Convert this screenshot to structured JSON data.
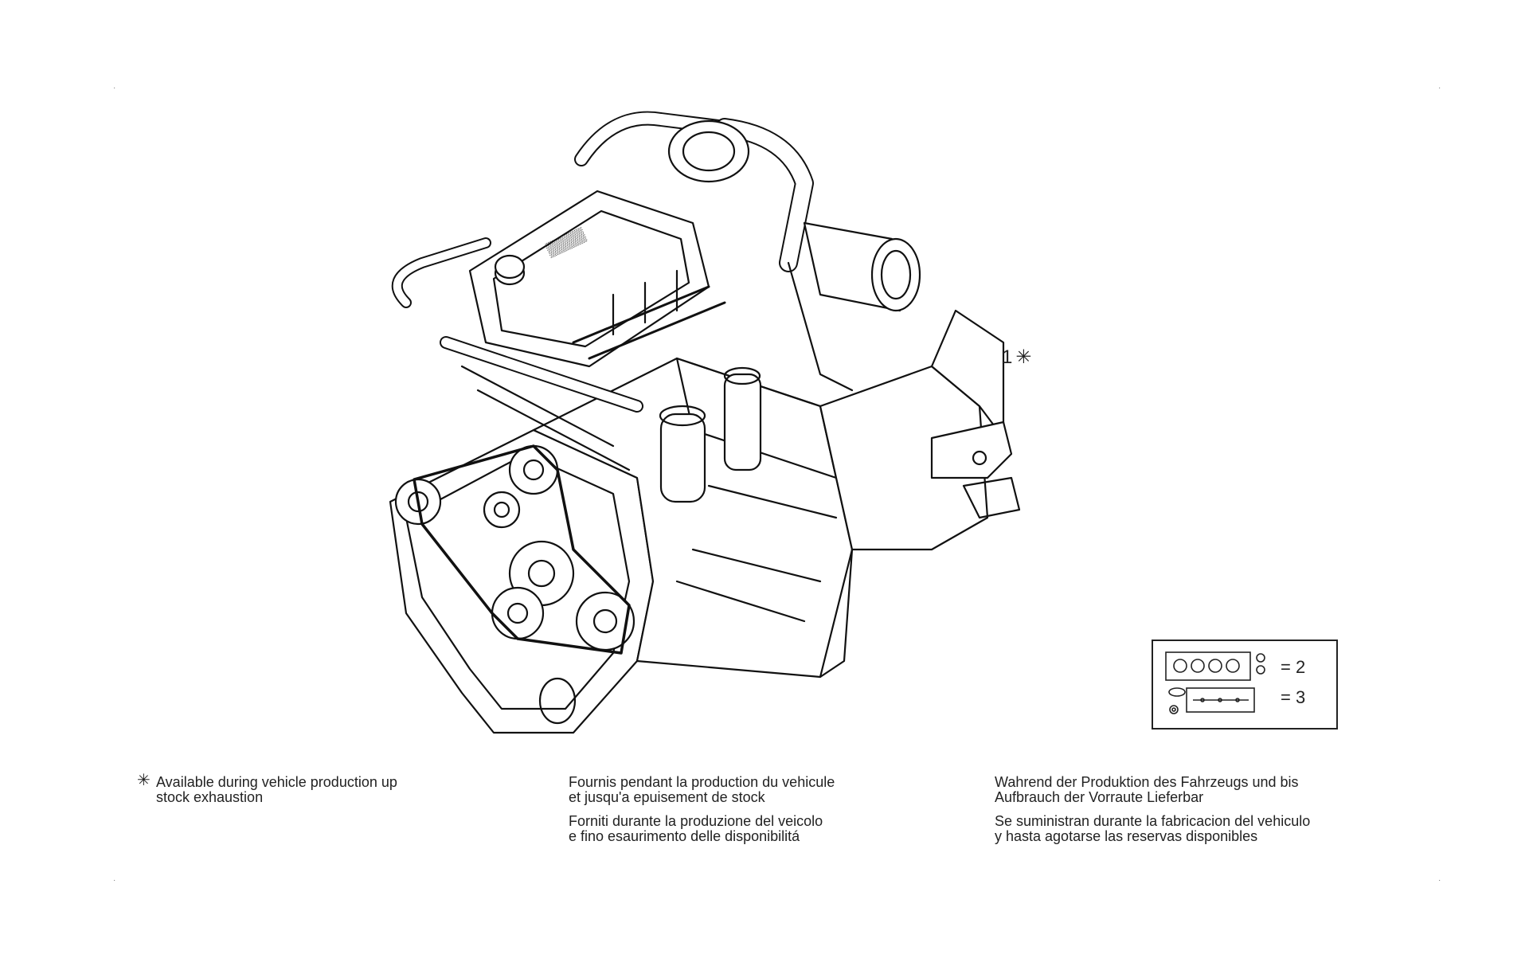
{
  "callout": {
    "number": "1",
    "symbol": "✳"
  },
  "kit_legend": {
    "gasket_set": "= 2",
    "seal_set": "= 3"
  },
  "notes": {
    "symbol": "✳",
    "english": "Available during vehicle production up\nstock exhaustion",
    "french": "Fournis pendant la production du vehicule\net jusqu'a epuisement de stock",
    "italian": "Forniti durante la produzione del veicolo\ne fino esaurimento delle disponibilitá",
    "german": "Wahrend der Produktion des Fahrzeugs und bis\nAufbrauch der Vorraute Lieferbar",
    "spanish": "Se suministran durante la fabricacion del vehiculo\ny hasta agotarse las reservas disponibles"
  }
}
